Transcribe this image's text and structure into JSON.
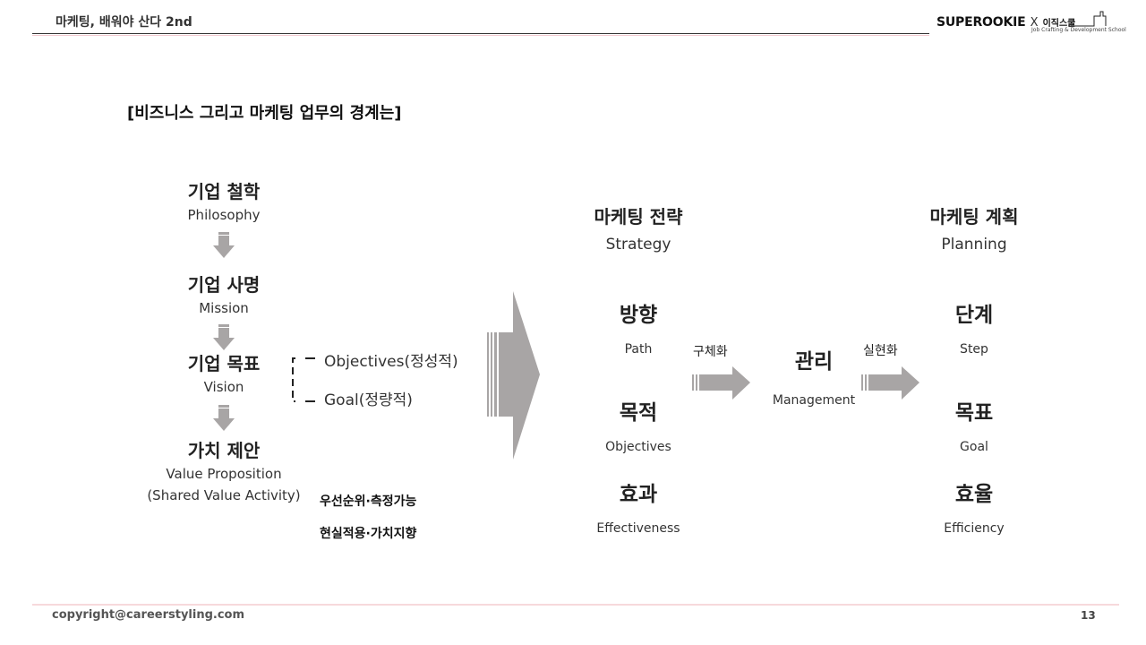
{
  "header": {
    "title": "마케팅, 배워야 산다 2nd",
    "logo_main": "SUPEROOKIE",
    "logo_x": "X",
    "logo_kr": "이직스쿨",
    "logo_sub": "Job Crafting & Development School"
  },
  "slide_title": "[비즈니스 그리고 마케팅 업무의 경계는]",
  "left_column": {
    "philosophy_kr": "기업 철학",
    "philosophy_en": "Philosophy",
    "mission_kr": "기업 사명",
    "mission_en": "Mission",
    "vision_kr": "기업 목표",
    "vision_en": "Vision",
    "value_kr": "가치 제안",
    "value_en1": "Value Proposition",
    "value_en2": "(Shared Value Activity)"
  },
  "bracket": {
    "objectives": "Objectives(정성적)",
    "goal": "Goal(정량적)"
  },
  "criteria": {
    "line1": "우선순위·측정가능",
    "line2": "현실적용·가치지향"
  },
  "strategy": {
    "title_kr": "마케팅 전략",
    "title_en": "Strategy",
    "item1_kr": "방향",
    "item1_en": "Path",
    "item2_kr": "목적",
    "item2_en": "Objectives",
    "item3_kr": "효과",
    "item3_en": "Effectiveness"
  },
  "arrow1_label": "구체화",
  "management": {
    "kr": "관리",
    "en": "Management"
  },
  "arrow2_label": "실현화",
  "planning": {
    "title_kr": "마케팅 계획",
    "title_en": "Planning",
    "item1_kr": "단계",
    "item1_en": "Step",
    "item2_kr": "목표",
    "item2_en": "Goal",
    "item3_kr": "효율",
    "item3_en": "Efficiency"
  },
  "footer": {
    "copyright": "copyright@careerstyling.com",
    "page": "13"
  },
  "colors": {
    "arrow_gray": "#a8a5a5",
    "accent_pink": "#f3c9cf"
  }
}
